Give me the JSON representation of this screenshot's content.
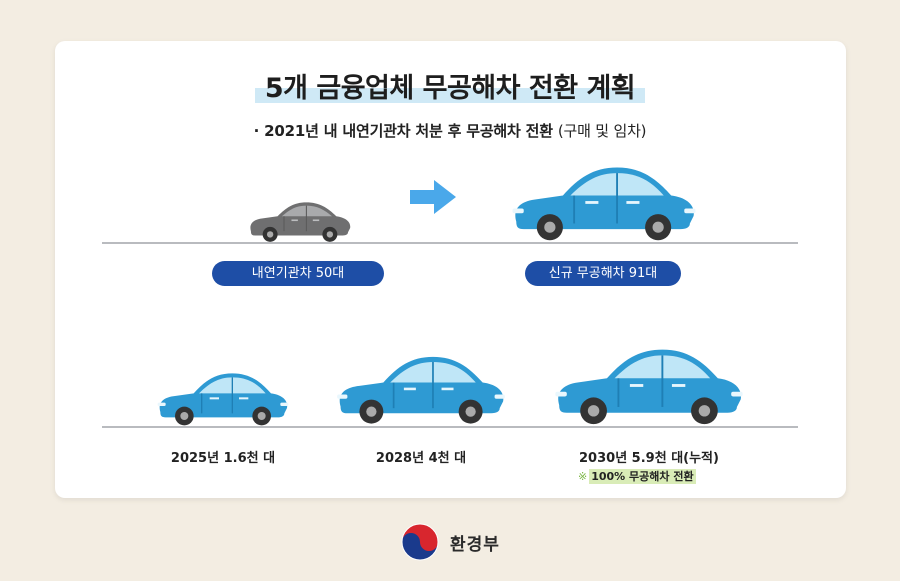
{
  "title": "5개 금융업체 무공해차 전환 계획",
  "subtitle": {
    "main": "· 2021년 내 내연기관차 처분 후 무공해차 전환",
    "paren": "(구매 및 임차)"
  },
  "top_row": {
    "left_label": "내연기관차 50대",
    "right_label": "신규 무공해차 91대"
  },
  "milestones": [
    {
      "label": "2025년 1.6천 대"
    },
    {
      "label": "2028년 4천 대"
    },
    {
      "label": "2030년 5.9천 대(누적)"
    }
  ],
  "note": {
    "mark": "※",
    "text": "100% 무공해차 전환"
  },
  "footer": {
    "ministry": "환경부"
  },
  "colors": {
    "background": "#f3ede2",
    "card": "#ffffff",
    "pill": "#1e4ea6",
    "ev_car": "#2e9ad3",
    "ice_car": "#6f6f70",
    "arrow": "#4aa8ea",
    "title_highlight": "#cfe9f6",
    "note_highlight": "#d9ecb7"
  },
  "icons": [
    "gray-car-icon",
    "arrow-right-icon",
    "blue-car-icon",
    "taegeuk-logo"
  ]
}
